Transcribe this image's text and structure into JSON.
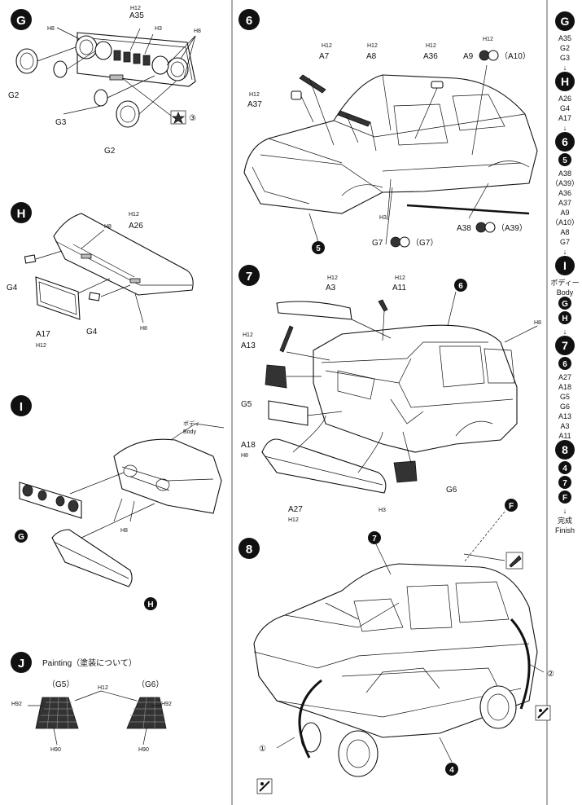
{
  "section_g": {
    "step": "G",
    "labels": {
      "h12": "H12",
      "a35": "A35",
      "h8": "H8",
      "h3": "H3",
      "g2_left": "G2",
      "g3": "G3",
      "g2_bottom": "G2",
      "decal_num": "③"
    }
  },
  "section_h": {
    "step": "H",
    "labels": {
      "h12_top": "H12",
      "h8_top": "H8",
      "a26": "A26",
      "g4_left": "G4",
      "a17": "A17",
      "h12_bottom": "H12",
      "g4_bottom": "G4",
      "h8_bottom": "H8"
    }
  },
  "section_i": {
    "step": "I",
    "labels": {
      "body_jp": "ボディ",
      "body_en": "Body",
      "h8": "H8",
      "g_step": "G",
      "h_step": "H"
    }
  },
  "section_j": {
    "step": "J",
    "title": "Painting（塗装について）",
    "labels": {
      "g5": "（G5）",
      "g6": "（G6）",
      "h12": "H12",
      "h92_left": "H92",
      "h92_right": "H92",
      "h90_left": "H90",
      "h90_right": "H90"
    }
  },
  "section_6": {
    "step": "6",
    "labels": {
      "h12_a7": "H12",
      "a7": "A7",
      "h12_a8": "H12",
      "a8": "A8",
      "h12_a36": "H12",
      "a36": "A36",
      "h12_a9": "H12",
      "a9": "A9",
      "a10": "（A10）",
      "h12_a37": "H12",
      "a37": "A37",
      "h3": "H3",
      "g7": "G7",
      "g7_alt": "（G7）",
      "a38": "A38",
      "a39": "（A39）",
      "body_num": "5"
    }
  },
  "section_7": {
    "step": "7",
    "labels": {
      "h12_a3": "H12",
      "a3": "A3",
      "h12_a11": "H12",
      "a11": "A11",
      "body_num": "6",
      "h8": "H8",
      "h12_a13": "H12",
      "a13": "A13",
      "g5": "G5",
      "a18": "A18",
      "h8_a18": "H8",
      "g6": "G6",
      "a27": "A27",
      "h12_a27": "H12",
      "h3": "H3"
    }
  },
  "section_8": {
    "step": "8",
    "labels": {
      "body_num": "7",
      "f": "F",
      "circle_2": "②",
      "circle_1": "①",
      "chassis_num": "4"
    }
  },
  "sequence": {
    "items": [
      {
        "t": "G",
        "k": "c"
      },
      {
        "t": "A35"
      },
      {
        "t": "G2"
      },
      {
        "t": "G3"
      },
      {
        "t": "↓"
      },
      {
        "t": "H",
        "k": "c"
      },
      {
        "t": "A26"
      },
      {
        "t": "G4"
      },
      {
        "t": "A17"
      },
      {
        "t": "↓"
      },
      {
        "t": "6",
        "k": "c"
      },
      {
        "t": "5",
        "k": "cs"
      },
      {
        "t": "A38"
      },
      {
        "t": "（A39）"
      },
      {
        "t": "A36"
      },
      {
        "t": "A37"
      },
      {
        "t": "A9"
      },
      {
        "t": "（A10）"
      },
      {
        "t": "A8"
      },
      {
        "t": "G7"
      },
      {
        "t": "↓"
      },
      {
        "t": "I",
        "k": "c"
      },
      {
        "t": "ボディー"
      },
      {
        "t": "Body"
      },
      {
        "t": "G",
        "k": "cs"
      },
      {
        "t": "H",
        "k": "cs"
      },
      {
        "t": "↓"
      },
      {
        "t": "7",
        "k": "c"
      },
      {
        "t": "6",
        "k": "cs"
      },
      {
        "t": "A27"
      },
      {
        "t": "A18"
      },
      {
        "t": "G5"
      },
      {
        "t": "G6"
      },
      {
        "t": "A13"
      },
      {
        "t": "A3"
      },
      {
        "t": "A11"
      },
      {
        "t": "8",
        "k": "c"
      },
      {
        "t": "4",
        "k": "cs"
      },
      {
        "t": "7",
        "k": "cs"
      },
      {
        "t": "F",
        "k": "cs"
      },
      {
        "t": "↓"
      },
      {
        "t": "完成"
      },
      {
        "t": "Finish"
      }
    ]
  }
}
